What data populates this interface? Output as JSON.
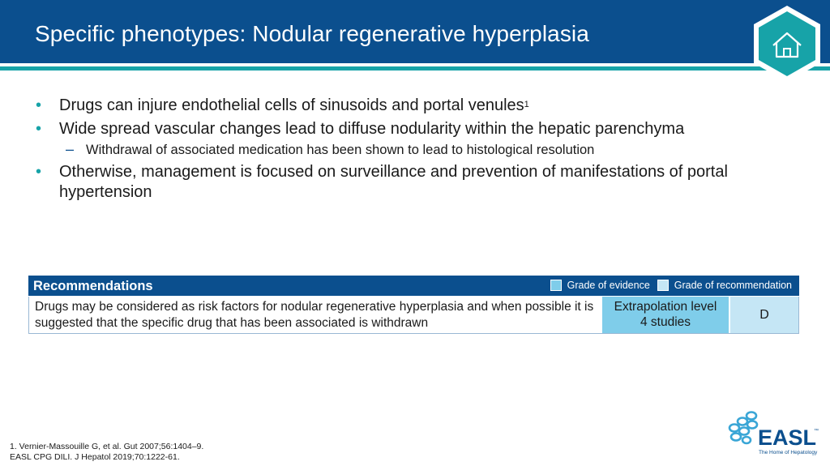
{
  "slide": {
    "title": "Specific phenotypes: Nodular regenerative hyperplasia"
  },
  "bullets": [
    {
      "text": "Drugs can injure endothelial cells of sinusoids and portal venules",
      "sup": "1"
    },
    {
      "text": "Wide spread vascular changes lead to diffuse nodularity within the hepatic parenchyma"
    },
    {
      "text": "Otherwise, management is focused on surveillance and prevention of manifestations of portal hypertension"
    }
  ],
  "sub_bullets": [
    {
      "text": "Withdrawal of associated medication has been shown to lead to histological resolution"
    }
  ],
  "recommendations": {
    "title": "Recommendations",
    "legend": {
      "evidence_label": "Grade of evidence",
      "recommendation_label": "Grade of recommendation",
      "evidence_color": "#7fcdea",
      "recommendation_color": "#c5e6f5"
    },
    "rows": [
      {
        "text": "Drugs may be considered as risk factors for nodular regenerative hyperplasia and when possible it is suggested that the specific drug that has been associated is withdrawn",
        "evidence_line1": "Extrapolation level",
        "evidence_line2": "4 studies",
        "grade": "D"
      }
    ]
  },
  "references": [
    "1. Vernier-Massouille G, et al. Gut 2007;56:1404–9.",
    "EASL CPG DILI. J Hepatol 2019;70:1222-61."
  ],
  "logo": {
    "name": "EASL",
    "tagline": "The Home of Hepatology",
    "tm": "™"
  },
  "colors": {
    "header_blue": "#0b4f8e",
    "teal": "#17a3a8"
  },
  "icons": {
    "home": "home-icon",
    "logo_mark": "easl-cells-icon"
  }
}
